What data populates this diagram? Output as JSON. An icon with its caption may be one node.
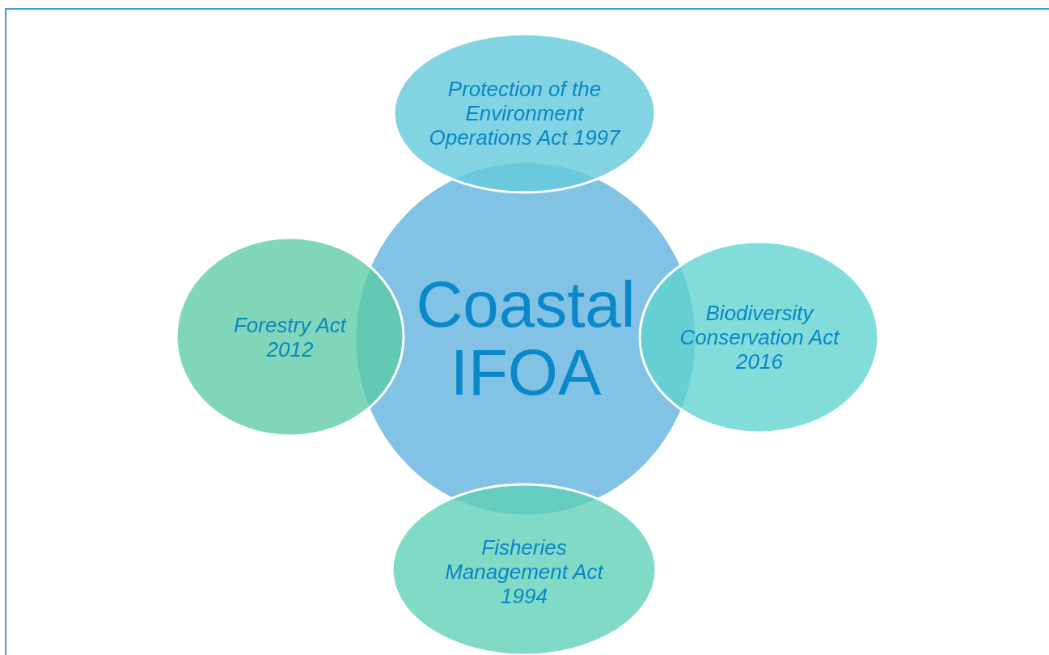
{
  "diagram": {
    "nodes": [
      {
        "text": [
          "Coastal IFOA"
        ]
      },
      {
        "text": [
          "Protection of the Environment Operations Act 1997"
        ]
      },
      {
        "text": [
          "Forestry Act 2012"
        ]
      },
      {
        "text": [
          "Biodiversity Conservation Act 2016"
        ]
      },
      {
        "text": [
          "Fisheries Management Act 1994"
        ]
      }
    ]
  }
}
